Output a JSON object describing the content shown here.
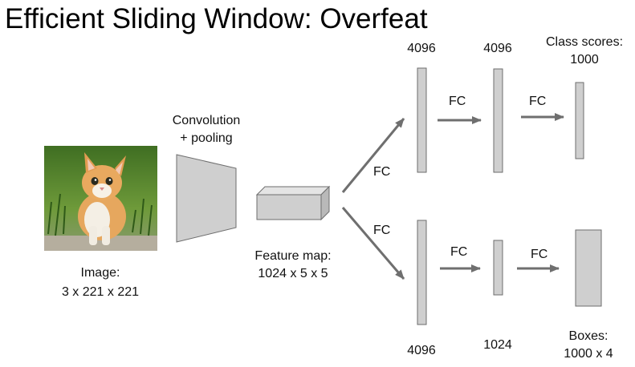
{
  "title": "Efficient Sliding Window: Overfeat",
  "input": {
    "label_line1": "Image:",
    "label_line2": "3 x 221 x 221",
    "image_subject": "kitten-photo"
  },
  "conv": {
    "label_line1": "Convolution",
    "label_line2": "+ pooling"
  },
  "feature_map": {
    "label_line1": "Feature map:",
    "label_line2": "1024 x 5 x 5"
  },
  "edges": {
    "fc": "FC"
  },
  "top_branch": {
    "layer1": "4096",
    "layer2": "4096",
    "output_line1": "Class scores:",
    "output_line2": "1000"
  },
  "bottom_branch": {
    "layer1": "4096",
    "layer2": "1024",
    "output_line1": "Boxes:",
    "output_line2": "1000 x 4"
  },
  "colors": {
    "box_fill": "#cfcfcf",
    "box_border": "#6e6e6e",
    "arrow": "#6f6f6f"
  }
}
